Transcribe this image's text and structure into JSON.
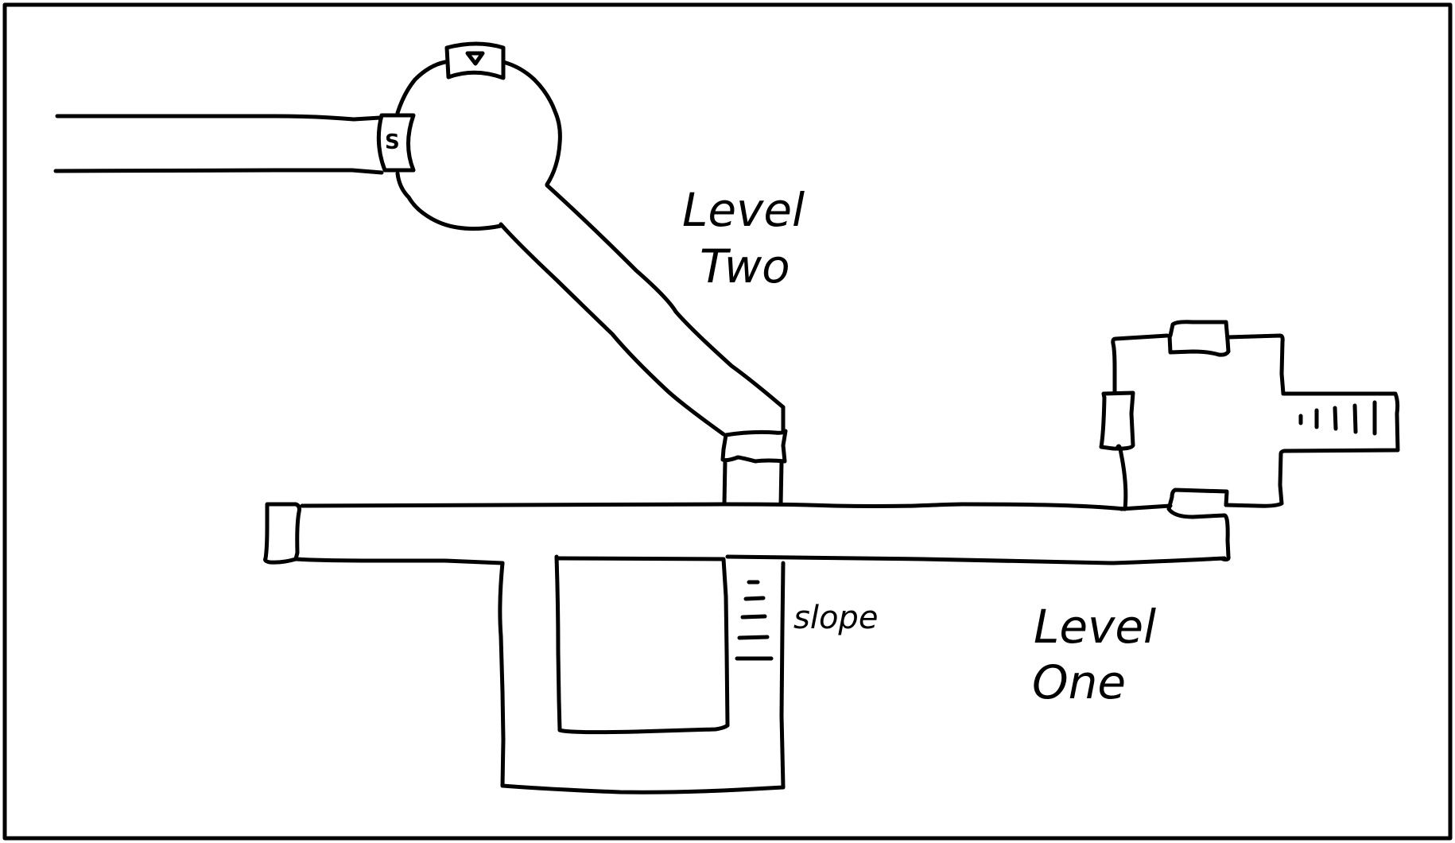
{
  "colors": {
    "ink": "#000000",
    "paper": "#ffffff"
  },
  "labels": {
    "level_two": [
      "Level",
      "Two"
    ],
    "level_one": [
      "Level",
      "One"
    ],
    "slope": "slope",
    "save_marker": "S",
    "door_marker": "v"
  }
}
